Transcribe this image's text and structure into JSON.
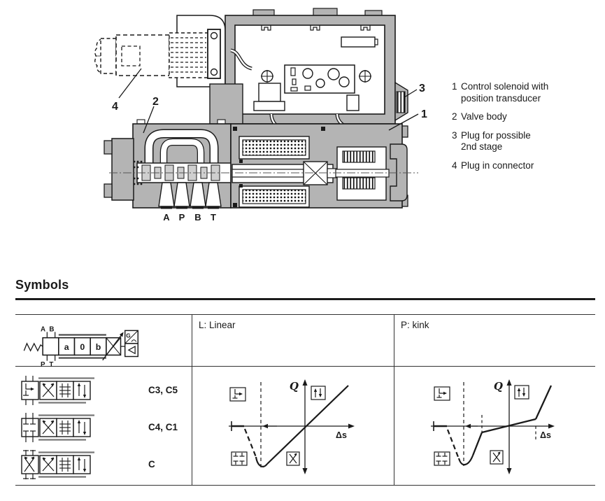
{
  "figure": {
    "callout_1": "1",
    "callout_2": "2",
    "callout_3": "3",
    "callout_4": "4",
    "port_a": "A",
    "port_p": "P",
    "port_b": "B",
    "port_t": "T",
    "legend": {
      "i1": {
        "num": "1",
        "line1": "Control solenoid with",
        "line2": "position transducer"
      },
      "i2": {
        "num": "2",
        "line1": "Valve body"
      },
      "i3": {
        "num": "3",
        "line1": "Plug for possible",
        "line2": "2nd stage"
      },
      "i4": {
        "num": "4",
        "line1": "Plug in connector"
      }
    }
  },
  "symbols": {
    "heading": "Symbols",
    "pilot": {
      "port_a": "A",
      "port_b": "B",
      "port_p": "P",
      "port_t": "T",
      "pos_left": "a",
      "pos_center": "0",
      "pos_right": "b",
      "transducer_letter": "G"
    },
    "col_linear": "L: Linear",
    "col_kink": "P: kink",
    "spool_label_1": "C3, C5",
    "spool_label_2": "C4, C1",
    "spool_label_3": "C",
    "axis_y": "Q",
    "axis_x": "Δs"
  },
  "chart_data": [
    {
      "type": "line",
      "title": "L: Linear",
      "xlabel": "Δs",
      "ylabel": "Q",
      "grid": false,
      "series": [
        {
          "name": "characteristic-solid",
          "points": [
            [
              -0.45,
              -0.55
            ],
            [
              -0.4,
              -0.63
            ],
            [
              -0.35,
              -0.58
            ],
            [
              0,
              0
            ],
            [
              0.45,
              0.62
            ]
          ]
        },
        {
          "name": "overlap-dashed",
          "points": [
            [
              -0.76,
              0
            ],
            [
              -0.62,
              0
            ],
            [
              -0.45,
              -0.55
            ]
          ]
        }
      ]
    },
    {
      "type": "line",
      "title": "P: kink",
      "xlabel": "Δs",
      "ylabel": "Q",
      "grid": false,
      "series": [
        {
          "name": "characteristic-solid",
          "points": [
            [
              -0.42,
              -0.55
            ],
            [
              -0.37,
              -0.63
            ],
            [
              -0.3,
              -0.25
            ],
            [
              -0.27,
              -0.07
            ],
            [
              0,
              0.01
            ],
            [
              0.27,
              0.07
            ],
            [
              0.43,
              0.62
            ]
          ]
        },
        {
          "name": "overlap-dashed",
          "points": [
            [
              -0.76,
              0
            ],
            [
              -0.6,
              0
            ],
            [
              -0.42,
              -0.55
            ]
          ]
        }
      ]
    }
  ]
}
